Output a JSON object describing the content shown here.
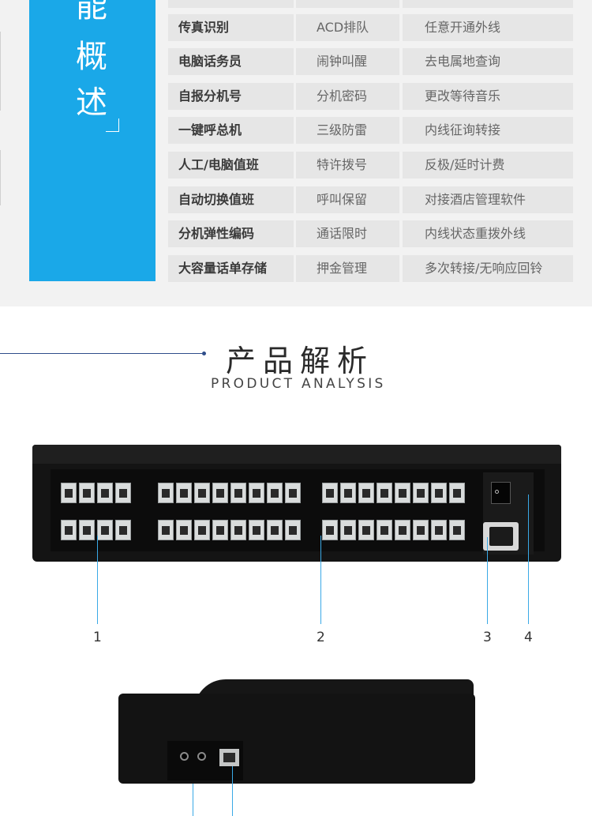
{
  "intro": {
    "vertical_title": [
      "能",
      "概",
      "述"
    ]
  },
  "features": {
    "rows": [
      [
        "",
        "",
        ""
      ],
      [
        "传真识别",
        "ACD排队",
        "任意开通外线"
      ],
      [
        "电脑话务员",
        "闹钟叫醒",
        "去电属地查询"
      ],
      [
        "自报分机号",
        "分机密码",
        "更改等待音乐"
      ],
      [
        "一键呼总机",
        "三级防雷",
        "内线征询转接"
      ],
      [
        "人工/电脑值班",
        "特许拨号",
        "反极/延时计费"
      ],
      [
        "自动切换值班",
        "呼叫保留",
        "对接酒店管理软件"
      ],
      [
        "分机弹性编码",
        "通话限时",
        "内线状态重拨外线"
      ],
      [
        "大容量话单存储",
        "押金管理",
        "多次转接/无响应回铃"
      ]
    ]
  },
  "section": {
    "title_zh": "产品解析",
    "title_en": "PRODUCT ANALYSIS"
  },
  "callouts": [
    "1",
    "2",
    "3",
    "4"
  ],
  "colors": {
    "accent_blue": "#1aa8e8",
    "heading_line": "#2f4d8a",
    "callout_line": "#3aa9e6",
    "panel_bg": "#f2f2f2",
    "cell_bg": "#e6e6e6"
  }
}
